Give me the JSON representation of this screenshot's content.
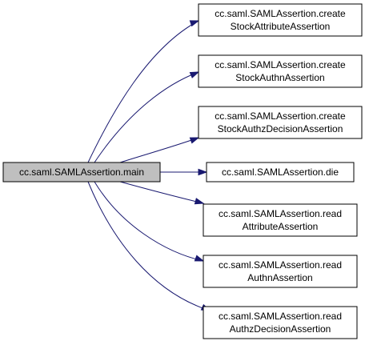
{
  "graph": {
    "root": {
      "lines": [
        "cc.saml.SAMLAssertion.main"
      ]
    },
    "callees": [
      {
        "lines": [
          "cc.saml.SAMLAssertion.create",
          "StockAttributeAssertion"
        ]
      },
      {
        "lines": [
          "cc.saml.SAMLAssertion.create",
          "StockAuthnAssertion"
        ]
      },
      {
        "lines": [
          "cc.saml.SAMLAssertion.create",
          "StockAuthzDecisionAssertion"
        ]
      },
      {
        "lines": [
          "cc.saml.SAMLAssertion.die"
        ]
      },
      {
        "lines": [
          "cc.saml.SAMLAssertion.read",
          "AttributeAssertion"
        ]
      },
      {
        "lines": [
          "cc.saml.SAMLAssertion.read",
          "AuthnAssertion"
        ]
      },
      {
        "lines": [
          "cc.saml.SAMLAssertion.read",
          "AuthzDecisionAssertion"
        ]
      }
    ],
    "colors": {
      "edge": "#191970",
      "root_fill": "#bfbfbf",
      "node_fill": "#ffffff",
      "border": "#000000"
    }
  }
}
